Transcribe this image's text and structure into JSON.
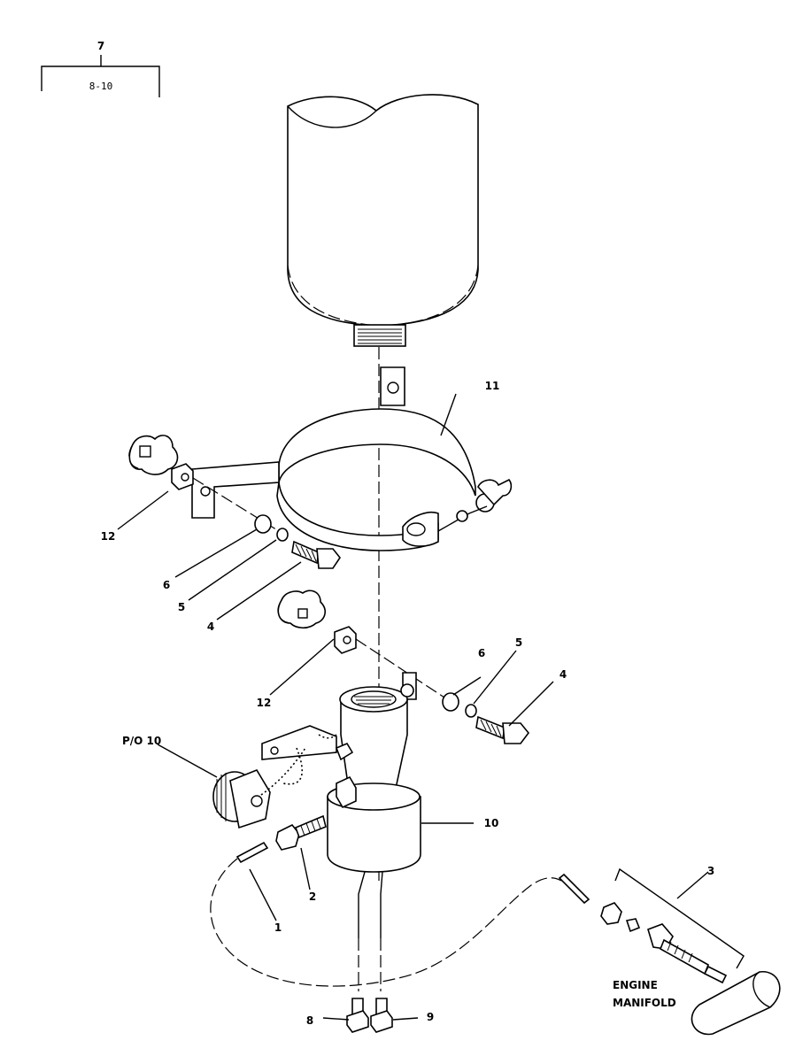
{
  "header_ref": {
    "figure": "7",
    "pages": "8-10"
  },
  "callouts": {
    "c1": "1",
    "c2": "2",
    "c3": "3",
    "c4a": "4",
    "c4b": "4",
    "c5a": "5",
    "c5b": "5",
    "c6a": "6",
    "c6b": "6",
    "c8": "8",
    "c9": "9",
    "c10": "10",
    "c11": "11",
    "c12a": "12",
    "c12b": "12",
    "cpo10": "P/O 10"
  },
  "labels": {
    "engine": "ENGINE",
    "manifold": "MANIFOLD"
  }
}
